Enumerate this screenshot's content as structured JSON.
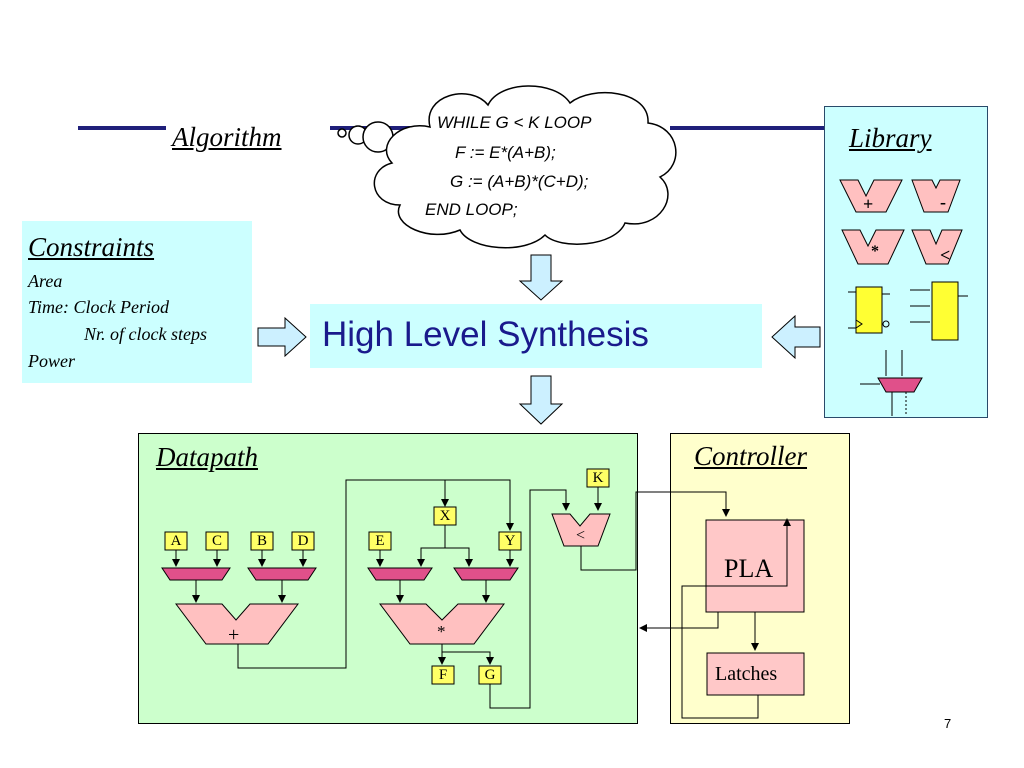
{
  "slide": {
    "algorithm_label": "Algorithm",
    "code_lines": [
      "WHILE G < K LOOP",
      "F := E*(A+B);",
      "G := (A+B)*(C+D);",
      "END LOOP;"
    ],
    "library": {
      "title": "Library",
      "ops": [
        "+",
        "-",
        "*",
        "<"
      ]
    },
    "constraints": {
      "title": "Constraints",
      "items": [
        "Area",
        "Time: Clock Period",
        "Nr. of clock steps",
        "Power"
      ]
    },
    "hls_label": "High Level Synthesis",
    "datapath": {
      "title": "Datapath",
      "inputs": [
        "A",
        "C",
        "B",
        "D",
        "E",
        "X",
        "Y",
        "K"
      ],
      "ops": [
        "+",
        "*",
        "<"
      ],
      "outputs": [
        "F",
        "G"
      ]
    },
    "controller": {
      "title": "Controller",
      "pla": "PLA",
      "latches": "Latches"
    },
    "page_number": "7"
  },
  "colors": {
    "navy": "#1f1f7a",
    "cyan_box": "#ccffff",
    "green_box": "#ccffcc",
    "yellow_box": "#ffffcc",
    "pink": "#ffc0c0",
    "magenta": "#e0508a",
    "yellow_label": "#ffff66",
    "arrow_fill": "#ccf0ff"
  }
}
